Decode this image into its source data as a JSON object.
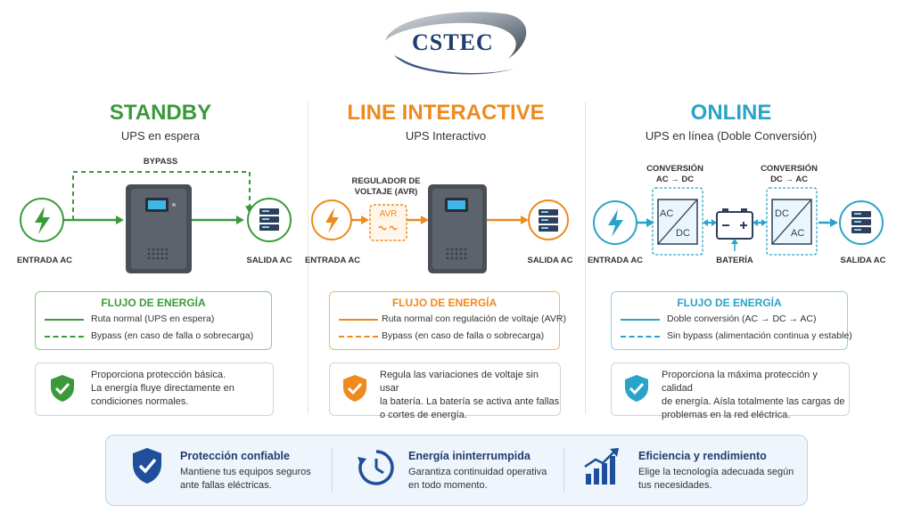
{
  "brand": {
    "logo_text": "CSTEC"
  },
  "colors": {
    "standby": "#3a9a3a",
    "line_interactive": "#ee8a1e",
    "online": "#2aa3c9",
    "navy": "#1f3c6e"
  },
  "standby": {
    "title": "STANDBY",
    "subtitle": "UPS en espera",
    "bypass_label": "BYPASS",
    "input_label": "ENTRADA AC",
    "output_label": "SALIDA AC",
    "flow": {
      "title": "FLUJO DE ENERGÍA",
      "solid": "Ruta normal (UPS en espera)",
      "dashed": "Bypass (en caso de falla o sobrecarga)"
    },
    "desc": [
      "Proporciona protección básica.",
      "La energía fluye directamente en",
      "condiciones normales."
    ]
  },
  "line_interactive": {
    "title": "LINE INTERACTIVE",
    "subtitle": "UPS Interactivo",
    "avr_caption": [
      "REGULADOR DE",
      "VOLTAJE (AVR)"
    ],
    "avr_box": "AVR",
    "input_label": "ENTRADA AC",
    "output_label": "SALIDA AC",
    "flow": {
      "title": "FLUJO DE ENERGÍA",
      "solid": "Ruta normal con regulación de voltaje (AVR)",
      "dashed": "Bypass (en caso de falla o sobrecarga)"
    },
    "desc": [
      "Regula las variaciones de voltaje sin usar",
      "la batería. La batería se activa ante fallas",
      "o cortes de energía."
    ]
  },
  "online": {
    "title": "ONLINE",
    "subtitle": "UPS en línea (Doble Conversión)",
    "conv1_caption": [
      "CONVERSIÓN",
      "AC → DC"
    ],
    "conv2_caption": [
      "CONVERSIÓN",
      "DC → AC"
    ],
    "conv1_box": [
      "AC",
      "DC"
    ],
    "conv2_box": [
      "DC",
      "AC"
    ],
    "battery_label": "BATERÍA",
    "input_label": "ENTRADA AC",
    "output_label": "SALIDA AC",
    "flow": {
      "title": "FLUJO DE ENERGÍA",
      "solid": "Doble conversión (AC → DC → AC)",
      "dashed": "Sin bypass (alimentación continua y estable)"
    },
    "desc": [
      "Proporciona la máxima protección y calidad",
      "de energía. Aísla totalmente las cargas de",
      "problemas en la red eléctrica."
    ]
  },
  "benefits": [
    {
      "title": "Protección confiable",
      "text": [
        "Mantiene tus equipos seguros",
        "ante fallas eléctricas."
      ],
      "icon": "shield-check-icon"
    },
    {
      "title": "Energía ininterrumpida",
      "text": [
        "Garantiza continuidad operativa",
        "en todo momento."
      ],
      "icon": "clock-refresh-icon"
    },
    {
      "title": "Eficiencia y rendimiento",
      "text": [
        "Elige la tecnología adecuada según",
        "tus necesidades."
      ],
      "icon": "growth-chart-icon"
    }
  ]
}
